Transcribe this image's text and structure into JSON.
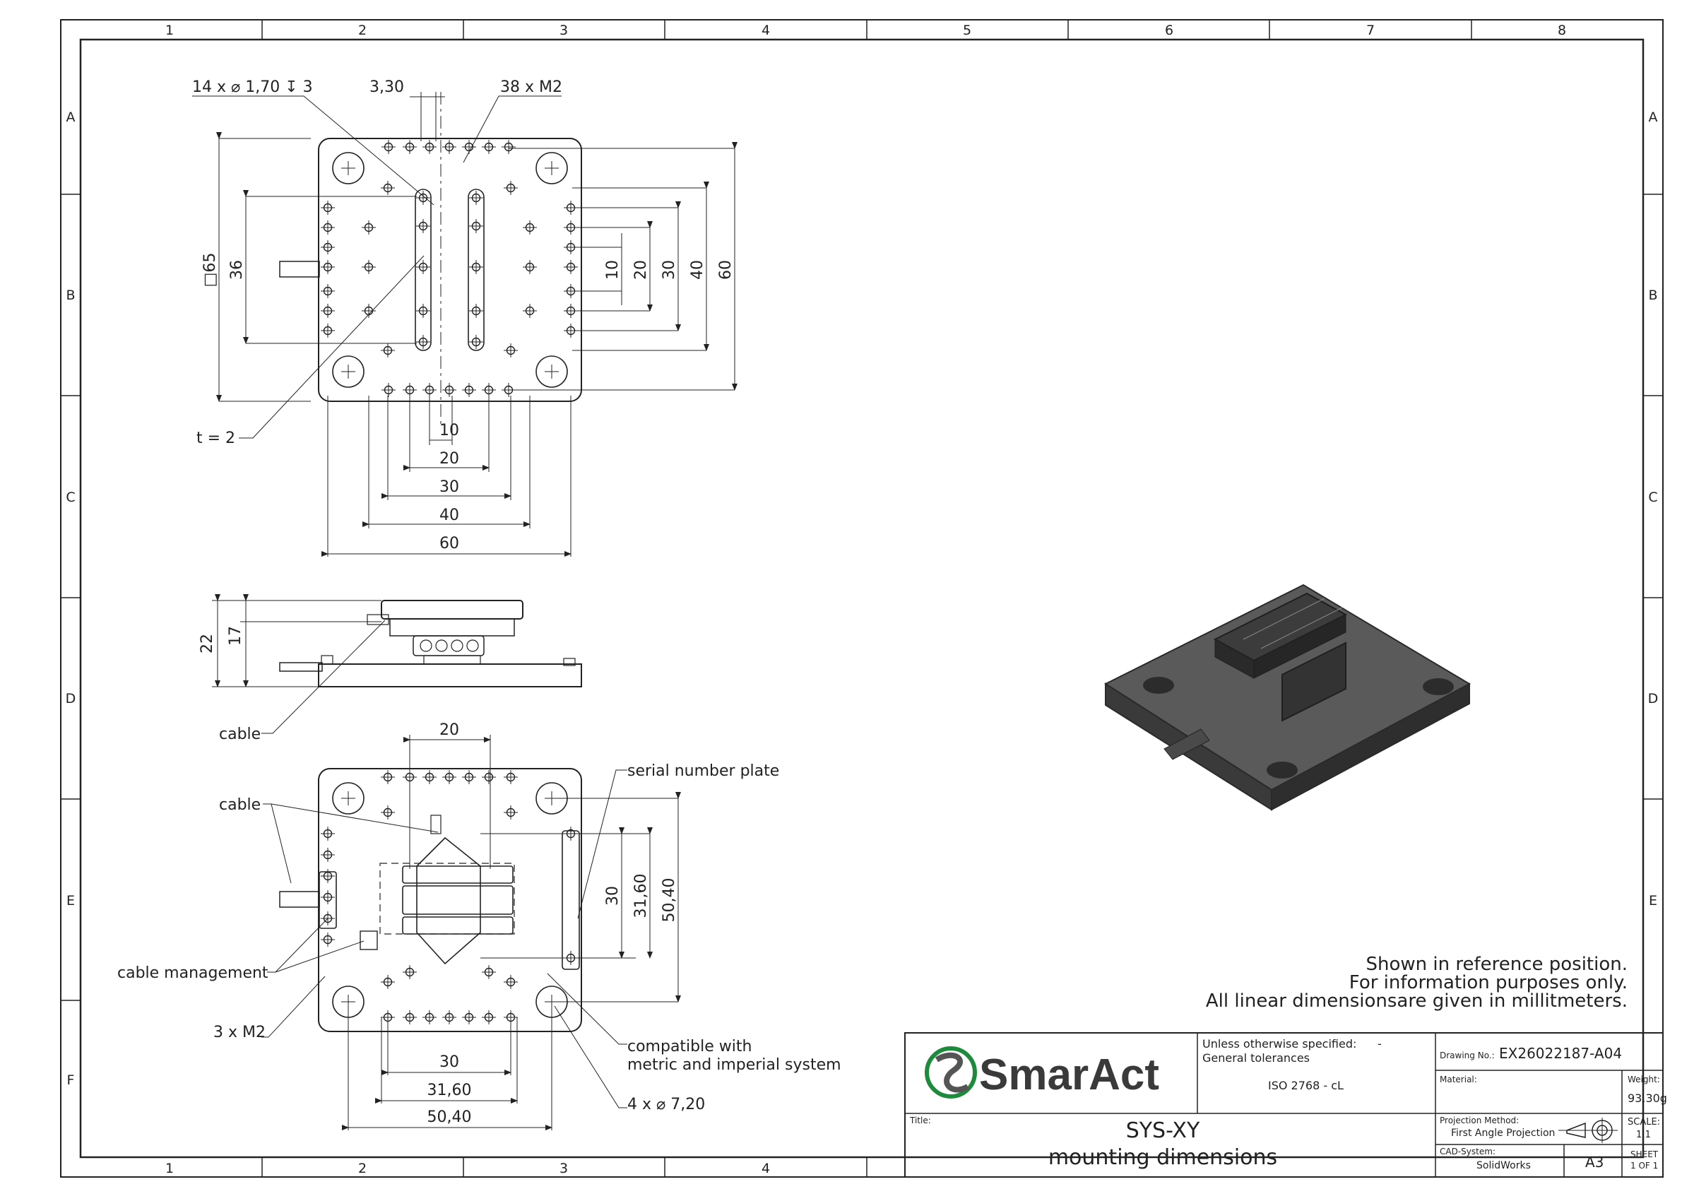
{
  "frame": {
    "columns": [
      "1",
      "2",
      "3",
      "4",
      "5",
      "6",
      "7",
      "8"
    ],
    "rows": [
      "A",
      "B",
      "C",
      "D",
      "E",
      "F"
    ]
  },
  "top_view": {
    "labels": {
      "holes": "14 x ⌀ 1,70 ↧ 3",
      "offset": "3,30",
      "threads": "38 x M2",
      "thickness": "t = 2",
      "square": "□65",
      "h36": "36",
      "r10": "10",
      "r20": "20",
      "r30": "30",
      "r40": "40",
      "r60": "60",
      "b10": "10",
      "b20": "20",
      "b30": "30",
      "b40": "40",
      "b60": "60"
    }
  },
  "side_view": {
    "labels": {
      "h22": "22",
      "h17": "17",
      "cable": "cable"
    }
  },
  "bottom_view": {
    "labels": {
      "top20": "20",
      "serial": "serial number plate",
      "cable": "cable",
      "cable_mgmt": "cable management",
      "threads": "3 x M2",
      "compat1": "compatible with",
      "compat2": "metric and imperial system",
      "holes": "4 x ⌀ 7,20",
      "v30": "30",
      "v3160": "31,60",
      "v5040": "50,40",
      "b30": "30",
      "b3160": "31,60",
      "b5040": "50,40"
    }
  },
  "notes": {
    "line1": "Shown in reference position.",
    "line2": "For information purposes only.",
    "line3": "All linear dimensionsare given in millitmeters."
  },
  "title_block": {
    "company": "SmarAct",
    "tolerance_line1": "Unless otherwise specified:",
    "tolerance_dash": "-",
    "tolerance_line2": "General tolerances",
    "tolerance_std": "ISO 2768 - cL",
    "drawing_no_label": "Drawing No.:",
    "drawing_no": "EX26022187-A04",
    "material_label": "Material:",
    "weight_label": "Weight:",
    "weight": "93.30g",
    "title_label": "Title:",
    "title1": "SYS-XY",
    "title2": "mounting dimensions",
    "projection_label": "Projection Method:",
    "projection": "First Angle Projection",
    "scale_label": "SCALE:",
    "scale": "1:1",
    "cad_label": "CAD-System:",
    "cad": "SolidWorks",
    "format": "A3",
    "sheet_label": "SHEET",
    "sheet": "1 OF 1"
  },
  "colors": {
    "line": "#222222",
    "body": "#4a4a4a",
    "brand_green": "#1e8a3c"
  }
}
